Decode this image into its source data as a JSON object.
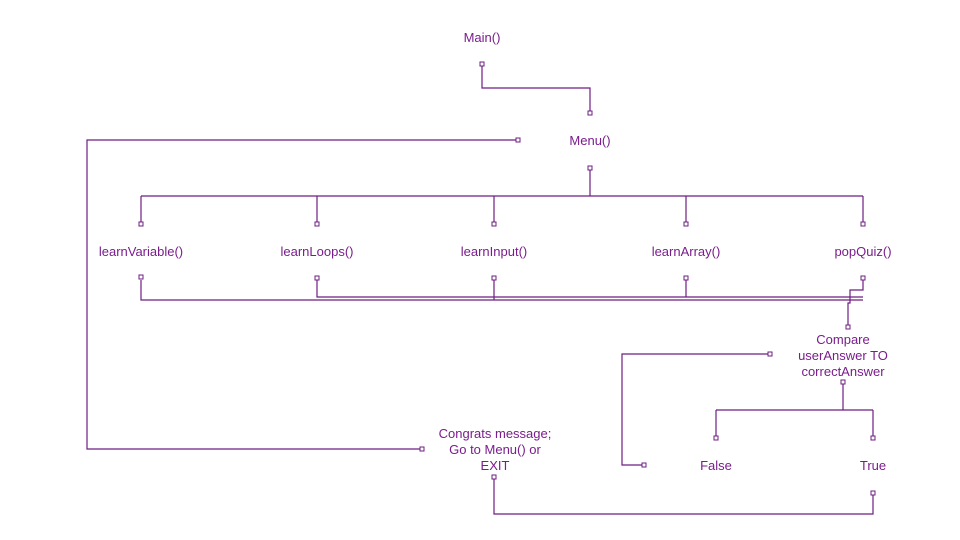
{
  "diagram": {
    "accent_color": "#7a1d8c",
    "nodes": {
      "main": "Main()",
      "menu": "Menu()",
      "learn_variable": "learnVariable()",
      "learn_loops": "learnLoops()",
      "learn_input": "learnInput()",
      "learn_array": "learnArray()",
      "pop_quiz": "popQuiz()",
      "compare": [
        "Compare",
        "userAnswer TO",
        "correctAnswer"
      ],
      "false_branch": "False",
      "true_branch": "True",
      "congrats": [
        "Congrats message;",
        "Go to Menu() or",
        "EXIT"
      ]
    }
  }
}
